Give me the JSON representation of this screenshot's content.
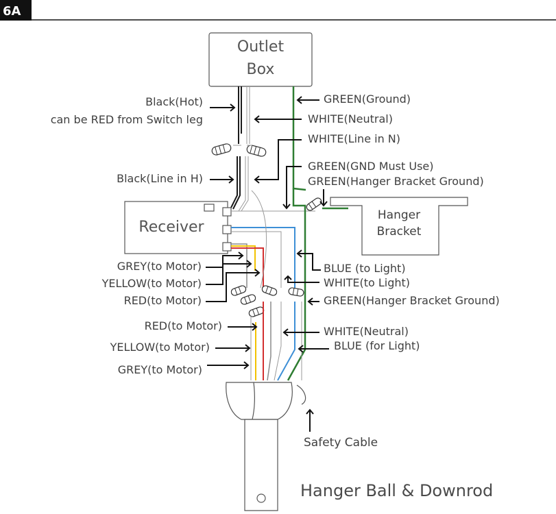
{
  "figure_tag": "6A",
  "outlet_box": {
    "line1": "Outlet",
    "line2": "Box"
  },
  "receiver": {
    "label": "Receiver"
  },
  "hanger_bracket": {
    "line1": "Hanger",
    "line2": "Bracket"
  },
  "left_labels": {
    "black_hot": "Black(Hot)",
    "red_from_switch": "can be RED from Switch leg",
    "black_line_in": "Black(Line in H)",
    "grey_to_motor_1": "GREY(to Motor)",
    "yellow_to_motor_1": "YELLOW(to Motor)",
    "red_to_motor_1": "RED(to Motor)",
    "red_to_motor_2": "RED(to Motor)",
    "yellow_to_motor_2": "YELLOW(to Motor)",
    "grey_to_motor_2": "GREY(to Motor)"
  },
  "right_labels": {
    "green_ground": "GREEN(Ground)",
    "white_neutral_1": "WHITE(Neutral)",
    "white_line_in": "WHITE(Line in N)",
    "green_gnd_must": "GREEN(GND Must Use)",
    "green_hanger_1": "GREEN(Hanger Bracket Ground)",
    "blue_to_light": "BLUE (to Light)",
    "white_to_light": "WHITE(to Light)",
    "green_hanger_2": "GREEN(Hanger Bracket Ground)",
    "white_neutral_2": "WHITE(Neutral)",
    "blue_for_light": "BLUE (for Light)",
    "safety_cable": "Safety Cable"
  },
  "caption": "Hanger Ball & Downrod",
  "colors": {
    "black": "#1a1a1a",
    "green": "#2e7d32",
    "blue": "#3d8fd6",
    "red": "#d32f2f",
    "yellow": "#f2c200",
    "grey": "#8a8a8a",
    "white_wire": "#9a9a9a"
  }
}
